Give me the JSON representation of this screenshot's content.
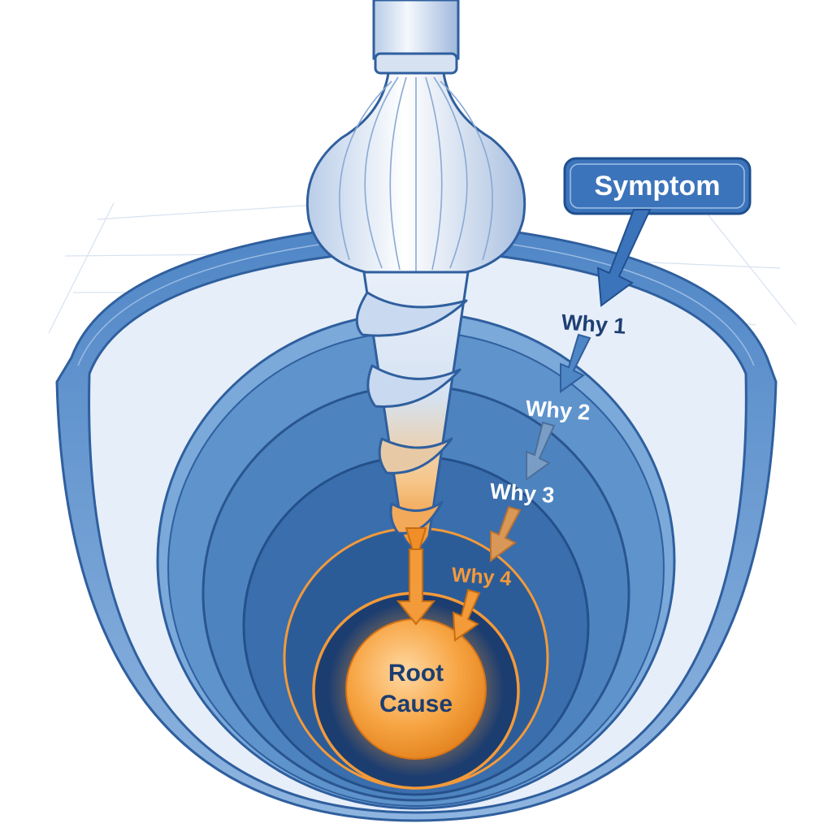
{
  "labels": {
    "symptom": "Symptom",
    "why1": "Why 1",
    "why2": "Why 2",
    "why3": "Why 3",
    "why4": "Why 4",
    "root_line1": "Root",
    "root_line2": "Cause"
  },
  "colors": {
    "outline": "#2f5f9e",
    "outer_layer": "#e6eef9",
    "layer_mid": "#5e93cc",
    "layer_deep": "#2f5f9e",
    "layer_core": "#1c3d70",
    "accent_orange": "#f39a3a",
    "symptom_badge": "#3c74bb",
    "background": "#ffffff"
  }
}
